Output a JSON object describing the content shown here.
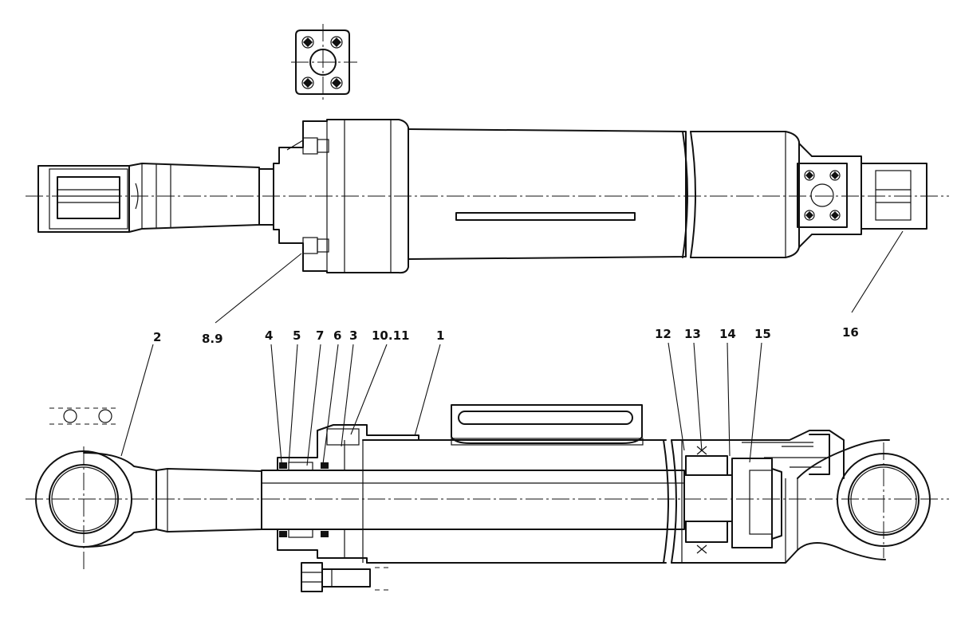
{
  "callouts": {
    "c_8_9": "8.9",
    "c_16": "16",
    "c_2": "2",
    "c_4": "4",
    "c_5": "5",
    "c_7": "7",
    "c_6": "6",
    "c_3": "3",
    "c_10_11": "10.11",
    "c_1": "1",
    "c_12": "12",
    "c_13": "13",
    "c_14": "14",
    "c_15": "15"
  }
}
